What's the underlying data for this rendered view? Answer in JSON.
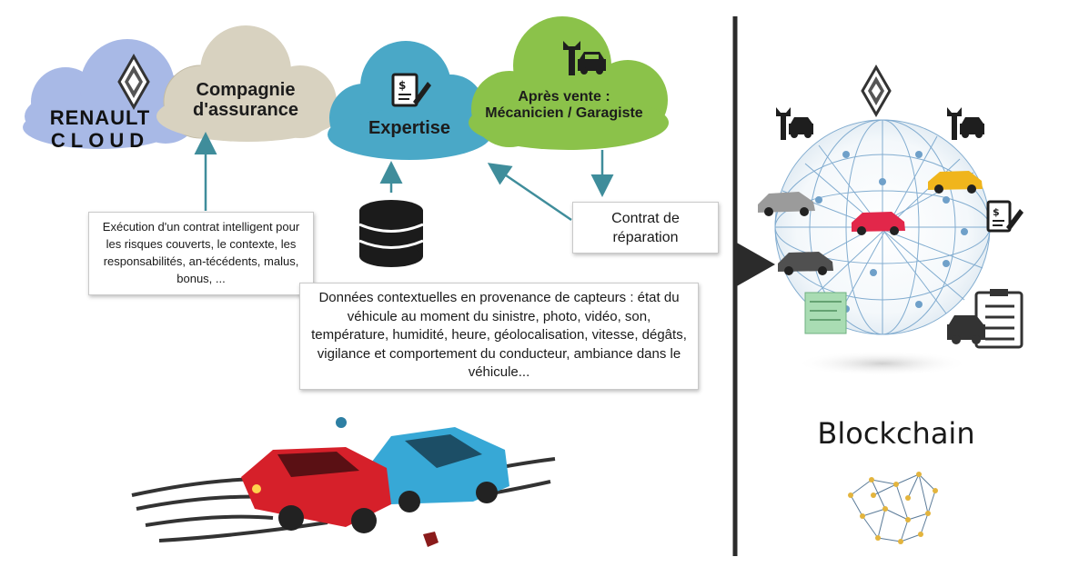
{
  "clouds": {
    "renault": {
      "line1": "RENAULT",
      "line2": "CLOUD",
      "color": "#a8b9e6"
    },
    "assurance": {
      "line1": "Compagnie",
      "line2": "d'assurance",
      "color": "#d8d2c0"
    },
    "expertise": {
      "label": "Expertise",
      "color": "#4aa8c7"
    },
    "apres_vente": {
      "line1": "Après vente :",
      "line2": "Mécanicien / Garagiste",
      "color": "#8bc24a"
    }
  },
  "boxes": {
    "contrat_intelligent": "Exécution d'un contrat intelligent pour les risques couverts, le contexte, les responsabilités, an-técédents, malus, bonus, ...",
    "contrat_reparation": "Contrat de réparation",
    "donnees_capteurs": "Données contextuelles en provenance de capteurs : état du véhicule au moment du sinistre, photo, vidéo, son, température, humidité,  heure, géolocalisation, vitesse, dégâts, vigilance et comportement du conducteur, ambiance dans le véhicule..."
  },
  "blockchain": {
    "label": "Blockchain"
  },
  "icons": [
    "renault-logo",
    "document-pen-icon",
    "wrench-car-icon",
    "database-icon",
    "checklist-car-icon",
    "blockchain-network-icon",
    "car-crash-illustration"
  ],
  "colors": {
    "arrow": "#3f8d9b",
    "divider": "#2b2b2b",
    "globe": "#6fa0c9",
    "chain": "#e3b43d"
  }
}
